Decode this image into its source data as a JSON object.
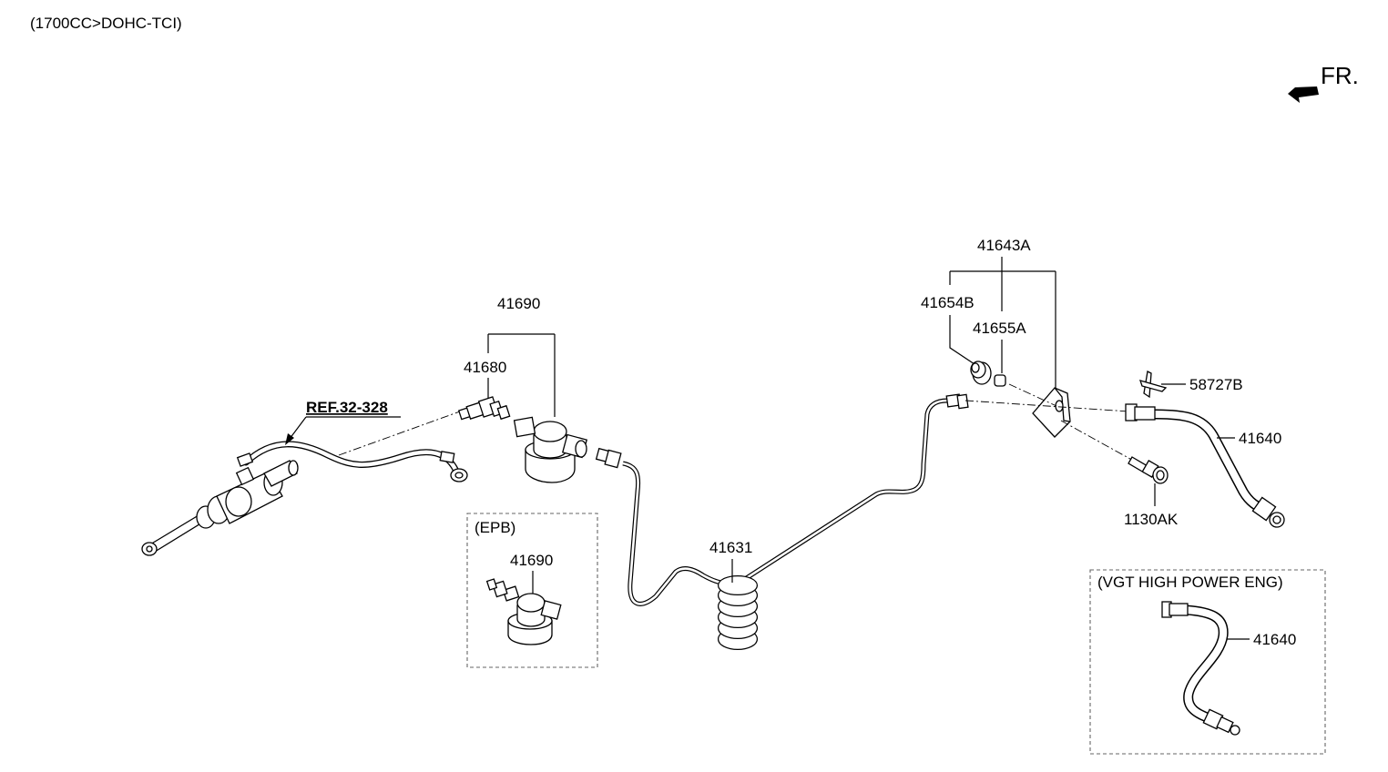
{
  "header": {
    "engine_variant": "(1700CC>DOHC-TCI)"
  },
  "orientation": {
    "front_label": "FR."
  },
  "reference": {
    "label": "REF.32-328"
  },
  "parts": {
    "p41690": "41690",
    "p41680": "41680",
    "p41631": "41631",
    "p41643A": "41643A",
    "p41654B": "41654B",
    "p41655A": "41655A",
    "p58727B": "58727B",
    "p41640": "41640",
    "p1130AK": "1130AK"
  },
  "inset_epb": {
    "title": "(EPB)",
    "part": "41690"
  },
  "inset_vgt": {
    "title": "(VGT HIGH POWER ENG)",
    "part": "41640"
  }
}
